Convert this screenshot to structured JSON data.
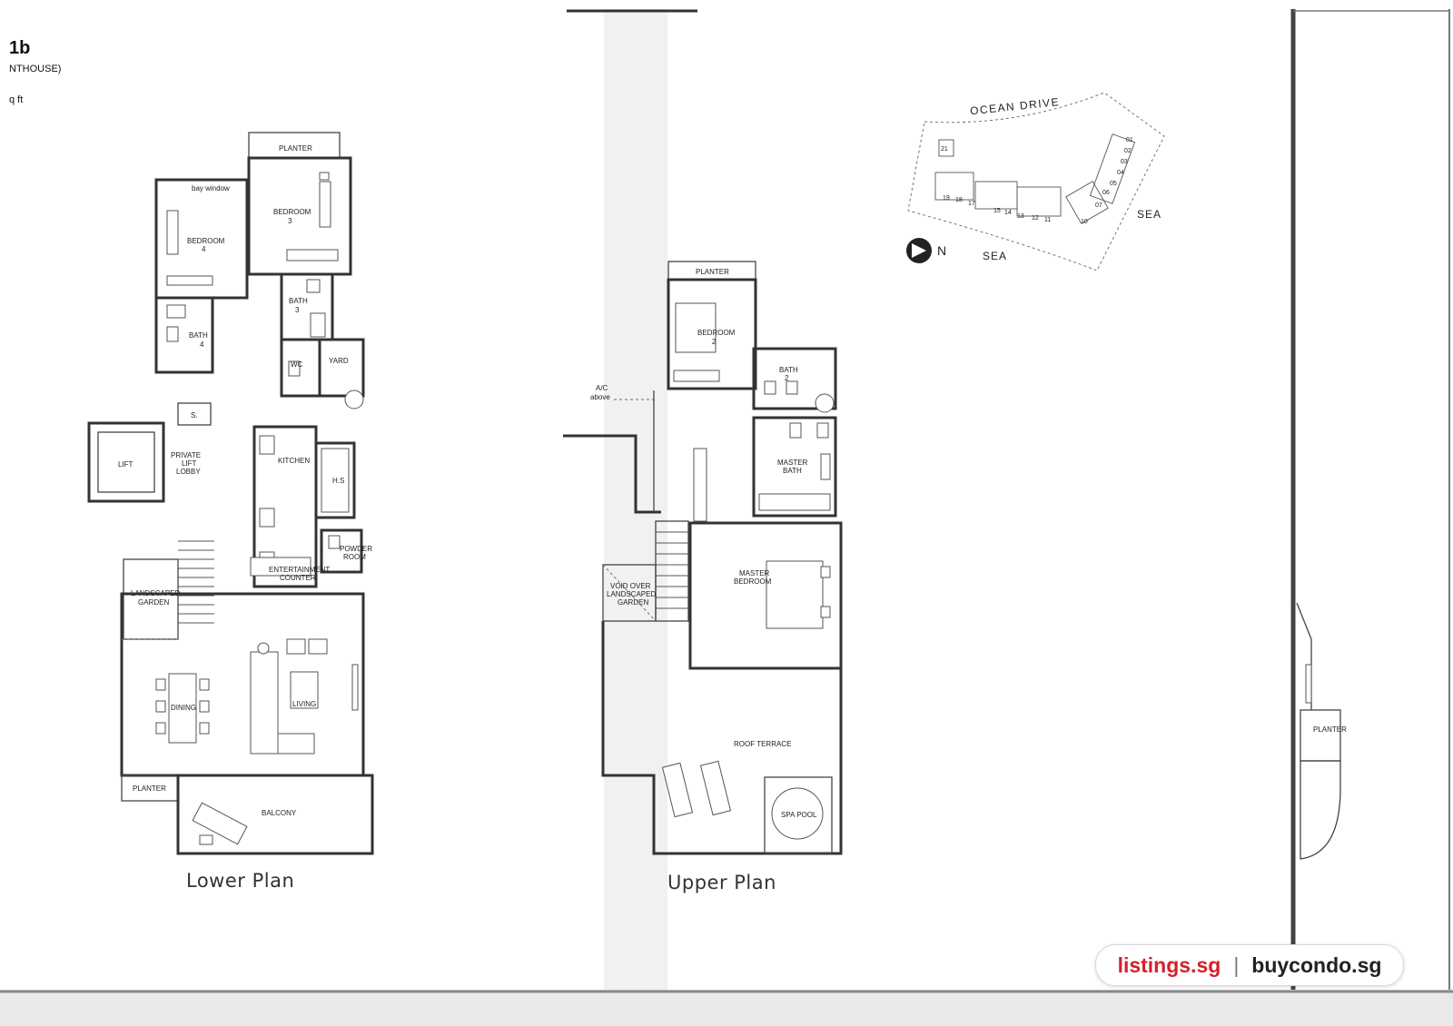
{
  "header": {
    "type": "1b",
    "subtitle": "NTHOUSE)",
    "area": "q ft"
  },
  "plans": {
    "lower": "Lower Plan",
    "upper": "Upper Plan"
  },
  "rooms": {
    "lower": {
      "planter_top": "PLANTER",
      "bay_window": "bay window",
      "bedroom3": "BEDROOM",
      "bedroom3_no": "3",
      "bedroom4": "BEDROOM",
      "bedroom4_no": "4",
      "bath3": "BATH",
      "bath3_no": "3",
      "bath4": "BATH",
      "bath4_no": "4",
      "wc": "WC",
      "yard": "YARD",
      "store": "S.",
      "lift": "LIFT",
      "lobby1": "PRIVATE",
      "lobby2": "LIFT",
      "lobby3": "LOBBY",
      "kitchen": "KITCHEN",
      "hs": "H.S",
      "powder1": "POWDER",
      "powder2": "ROOM",
      "ent1": "ENTERTAINMENT",
      "ent2": "COUNTER",
      "garden1": "LANDSCAPED",
      "garden2": "GARDEN",
      "dining": "DINING",
      "living": "LIVING",
      "planter_bottom": "PLANTER",
      "balcony": "BALCONY"
    },
    "upper": {
      "planter": "PLANTER",
      "bedroom2": "BEDROOM",
      "bedroom2_no": "2",
      "bath2": "BATH",
      "bath2_no": "2",
      "ac1": "A/C",
      "ac2": "above",
      "master_bath1": "MASTER",
      "master_bath2": "BATH",
      "void1": "VOID OVER",
      "void2": "LANDSCAPED",
      "void3": "GARDEN",
      "master_bed1": "MASTER",
      "master_bed2": "BEDROOM",
      "roof_terrace": "ROOF TERRACE",
      "spa_pool": "SPA POOL"
    },
    "side": {
      "planter": "PLANTER"
    }
  },
  "site": {
    "road": "OCEAN DRIVE",
    "sea_right": "SEA",
    "sea_bottom": "SEA",
    "north": "N",
    "units": [
      "21",
      "01",
      "02",
      "03",
      "04",
      "05",
      "06",
      "07",
      "10",
      "11",
      "12",
      "13",
      "14",
      "15",
      "17",
      "18",
      "19"
    ]
  },
  "brand": {
    "left": "listings.sg",
    "separator": "|",
    "right": "buycondo.sg"
  },
  "colors": {
    "brand_red": "#d4202a",
    "ink": "#333333"
  }
}
